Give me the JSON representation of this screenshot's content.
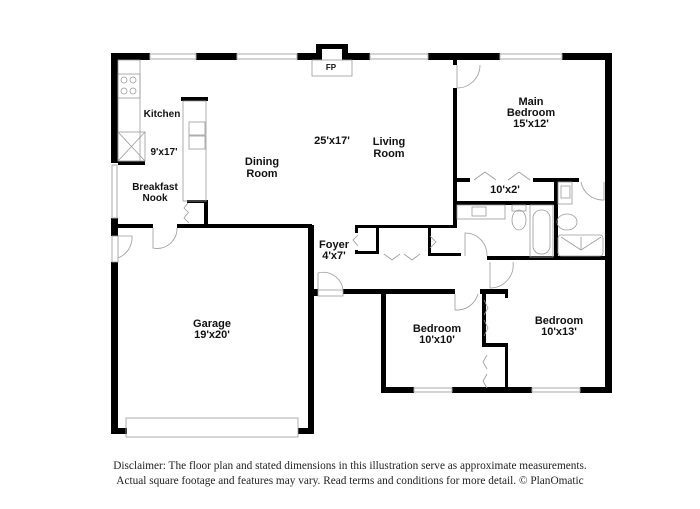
{
  "floorplan": {
    "rooms": [
      {
        "id": "kitchen",
        "name": "Kitchen",
        "size": ""
      },
      {
        "id": "kitchen-size",
        "name": "",
        "size": "9'x17'"
      },
      {
        "id": "breakfast-nook",
        "name": "Breakfast Nook",
        "line1": "Breakfast",
        "line2": "Nook"
      },
      {
        "id": "dining-room",
        "line1": "Dining",
        "line2": "Room"
      },
      {
        "id": "living-room",
        "line1": "Living",
        "line2": "Room",
        "size": "25'x17'"
      },
      {
        "id": "fireplace",
        "name": "FP"
      },
      {
        "id": "main-bedroom",
        "line1": "Main",
        "line2": "Bedroom",
        "size": "15'x12'"
      },
      {
        "id": "closet",
        "size": "10'x2'"
      },
      {
        "id": "foyer",
        "name": "Foyer",
        "size": "4'x7'"
      },
      {
        "id": "garage",
        "name": "Garage",
        "size": "19'x20'"
      },
      {
        "id": "bedroom-2",
        "name": "Bedroom",
        "size": "10'x10'"
      },
      {
        "id": "bedroom-3",
        "name": "Bedroom",
        "size": "10'x13'"
      }
    ]
  },
  "disclaimer": {
    "line1": "Disclaimer: The floor plan and stated dimensions in this illustration serve as approximate measurements.",
    "line2": "Actual square footage and features may vary. Read terms and conditions for more detail. © PlanOmatic"
  },
  "colors": {
    "wall": "#000000",
    "fixture": "#9a9a9a",
    "background": "#ffffff"
  }
}
